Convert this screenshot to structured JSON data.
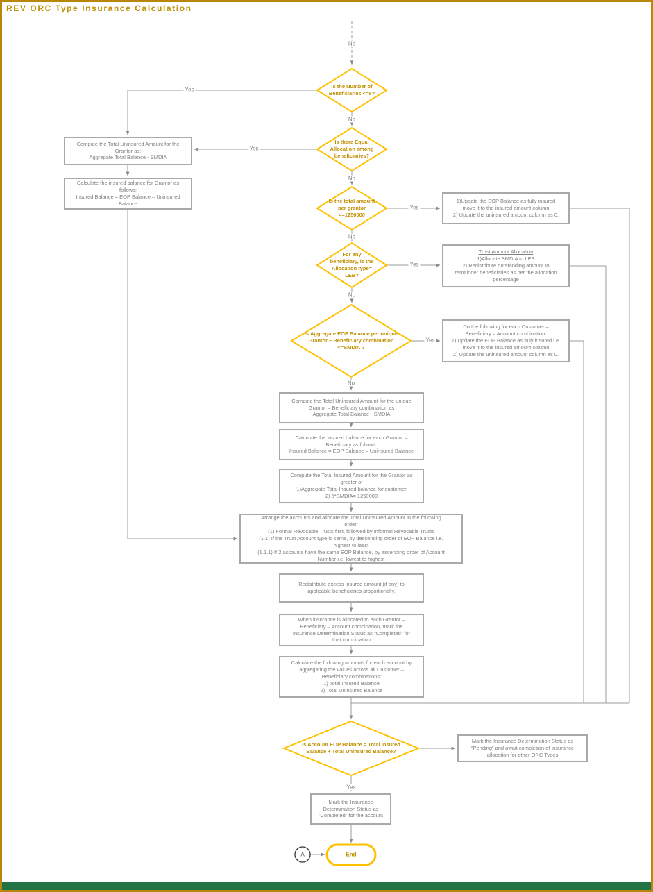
{
  "title": "REV ORC Type Insurance Calculation",
  "labels": {
    "yes": "Yes",
    "no": "No"
  },
  "nodes": {
    "d1": "Is the Number of\nBeneficiaries <=5?",
    "d2": "Is there Equal\nAllocation among\nbeneficiaries?",
    "d3": "Is the total amount\nper grantor\n<=1250000",
    "d4": "For any\nbeneficiary, is the\nAllocation type=\nLEB?",
    "d5": "Is Aggregate EOP Balance per unique\nGrantor – Beneficiary combination\n<=SMDIA ?",
    "d6": "Is Account EOP Balance = Total Insured\nBalance + Total Uninsured Balance?",
    "l1": "Compute the Total Uninsured Amount for the\nGrantor as:\nAggregate Total Balance - SMDIA",
    "l2": "Calculate the insured balance for Grantor as\nfollows:\nInsured Balance = EOP Balance – Uninsured\nBalance",
    "r1": "1)Update the EOP Balance as fully insured\nmove it to the insured amount column\n2) Update the uninsured amount column as 0.",
    "r2_title": "Trust Amount Allocation",
    "r2_body": "1)Allocate SMDIA to LEB\n2) Redistribute outstanding amount to\nremainder beneficiaries as per the allocation\npercentage",
    "r3": "Do the following for each Customer –\nBeneficiary – Account combination:\n1) Update the EOP Balance as fully insured i.e.\nmove it to the insured amount column\n2) Update the uninsured amount column as 0.",
    "m1": "Compute the Total Uninsured Amount for the unique\nGrantor – Beneficiary combination as\nAggregate Total Balance - SMDIA",
    "m2": "Calculate the insured balance for each Grantor –\nBeneficiary as follows:\nInsured Balance = EOP Balance – Uninsured Balance",
    "m3": "Compute the Total Insured Amount for the Grantor as\ngreater of\n1)Aggregate Total Insured balance for customer\n2) 5*SMDIA= 1250000",
    "m4": "Arrange the accounts and allocate the Total Uninsured Amount in the following\norder:\n(1) Formal Revocable Trusts first, followed by Informal Revocable Trusts\n(1.1) If the Trust Account type is same, by descending order of EOP Balance i.e.\nhighest to least\n(1.1.1) If 2 accounts have the same EOP Balance, by ascending order of Account\nNumber i.e. lowest to highest",
    "m5": "Redistribute excess insured amount (if any) to\napplicable beneficiaries proportionally.",
    "m6": "When insurance is allocated to each Grantor –\nBeneficiary – Account combination, mark the\nInsurance Determination Status as “Completed” for\nthat combination",
    "m7": "Calculate the following amounts for each account by\naggregating the values across all Customer –\nBeneficiary combinations:\n1) Total Insured Balance\n2) Total Uninsured Balance",
    "m8": "Mark the Insurance\nDetermination Status as\n“Completed” for the account",
    "r4": "Mark the Insurance Determination Status as\n“Pending” and await completion of insurance\nallocation for other ORC Types",
    "end": "End",
    "connector_a": "A"
  },
  "colors": {
    "accent_gold": "#FFC000",
    "diamond_text": "#BF8F00",
    "title_text": "#BF9000",
    "box_border": "#A9A9A9",
    "box_text": "#7F7F7F",
    "line_gray": "#9B9B9B",
    "page_border": "#B8860B",
    "bottom_bar_green": "#217346"
  }
}
